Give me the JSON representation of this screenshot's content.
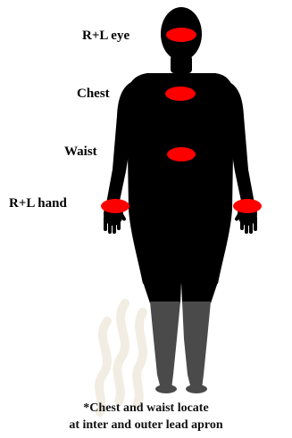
{
  "labels": {
    "eye": "R+L eye",
    "chest": "Chest",
    "waist": "Waist",
    "hand": "R+L hand"
  },
  "note": {
    "line1": "*Chest and waist locate",
    "line2": "at inter and outer lead apron"
  },
  "colors": {
    "body": "#000000",
    "marker": "#ff0000",
    "lower_legs": "#4a4a4a",
    "watermark": "#e9dfcd"
  }
}
